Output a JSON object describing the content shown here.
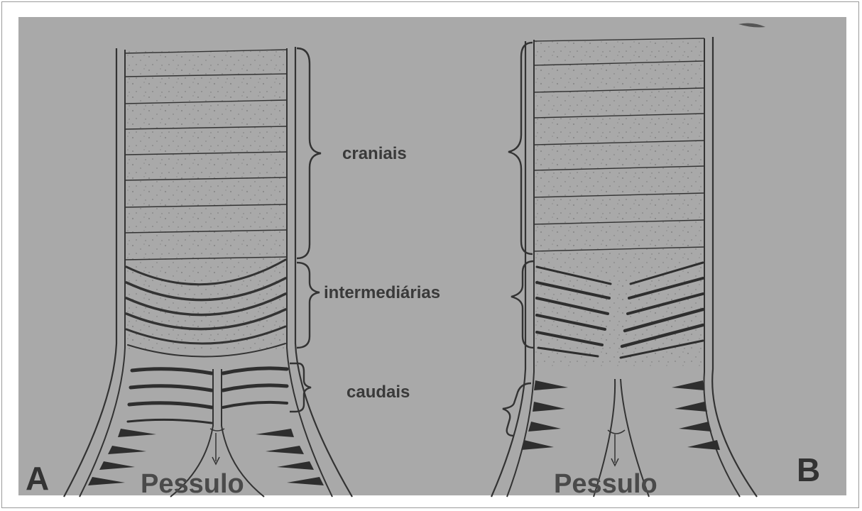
{
  "figure": {
    "panel_a": {
      "letter": "A",
      "labels": {
        "cranial": "craniais",
        "intermediate": "intermediárias",
        "caudal": "caudais",
        "pessulus": "Pessulo"
      }
    },
    "panel_b": {
      "letter": "B",
      "labels": {
        "pessulus": "Pessulo"
      }
    }
  },
  "colors": {
    "background": "#a9a9a9",
    "ink": "#3c3c3c"
  }
}
